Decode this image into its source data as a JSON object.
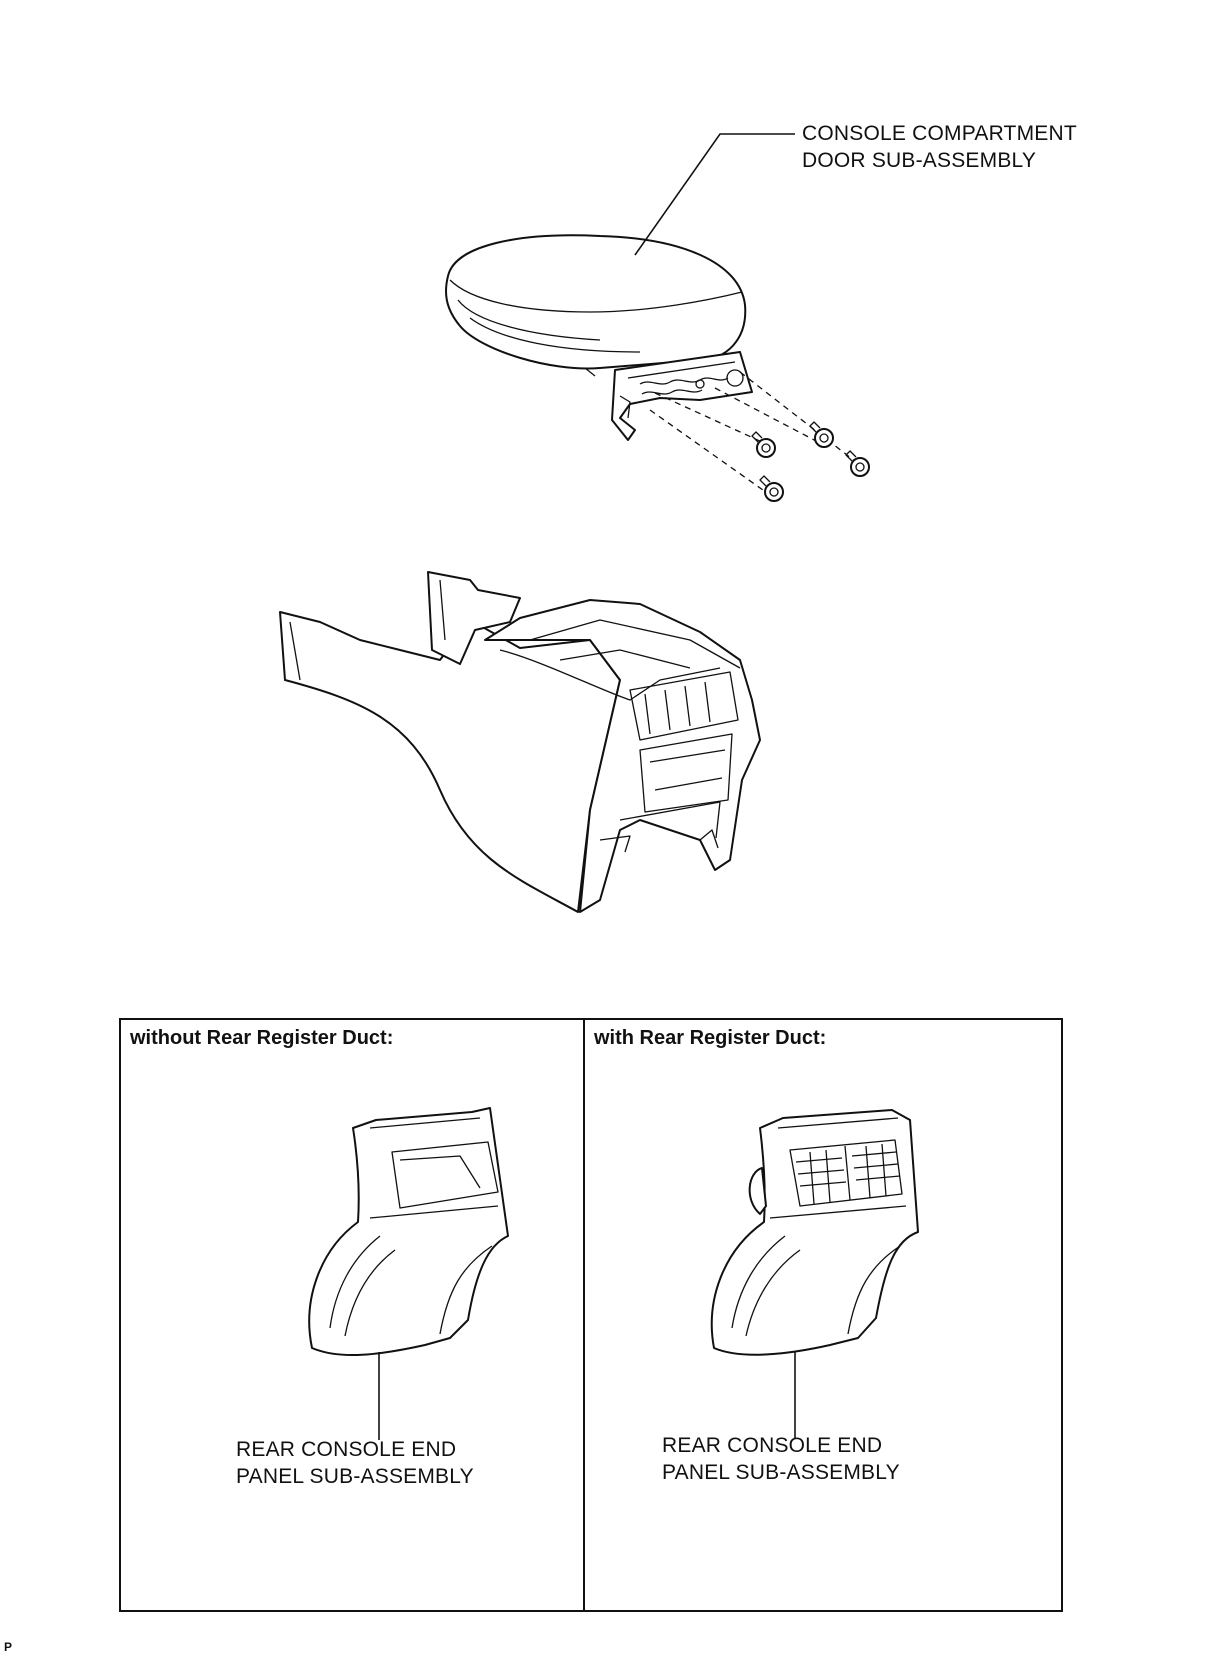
{
  "labels": {
    "door": {
      "line1": "CONSOLE COMPARTMENT",
      "line2": "DOOR SUB-ASSEMBLY"
    },
    "panel_without": {
      "line1": "REAR CONSOLE END",
      "line2": "PANEL SUB-ASSEMBLY"
    },
    "panel_with": {
      "line1": "REAR CONSOLE END",
      "line2": "PANEL SUB-ASSEMBLY"
    }
  },
  "variants": {
    "without": "without Rear Register Duct:",
    "with": "with Rear Register Duct:"
  },
  "page_mark": "P"
}
